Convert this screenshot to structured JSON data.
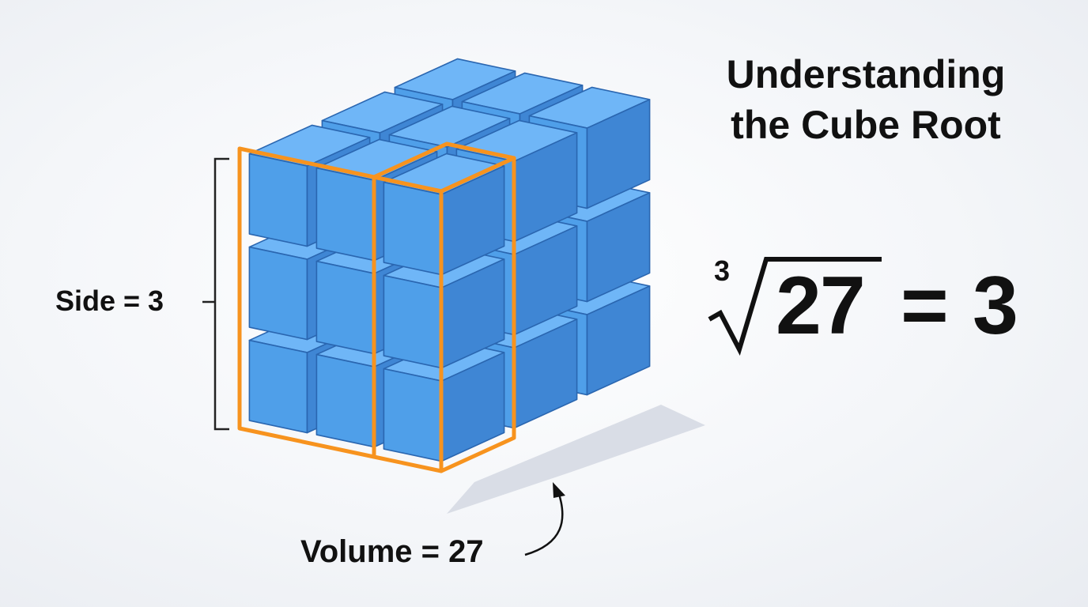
{
  "title": {
    "line1": "Understanding",
    "line2": "the Cube Root"
  },
  "side_label": "Side = 3",
  "volume_label": "Volume = 27",
  "formula": {
    "index": "3",
    "radicand": "27",
    "equals": "=",
    "result": "3"
  },
  "cube": {
    "grid_size": 3
  },
  "colors": {
    "cube_top": "#6fb6f7",
    "cube_left": "#4f9fe9",
    "cube_right": "#3f86d4",
    "cube_edge": "#2a66b0",
    "highlight": "#f7931e",
    "shadow": "#d3d8e2"
  }
}
